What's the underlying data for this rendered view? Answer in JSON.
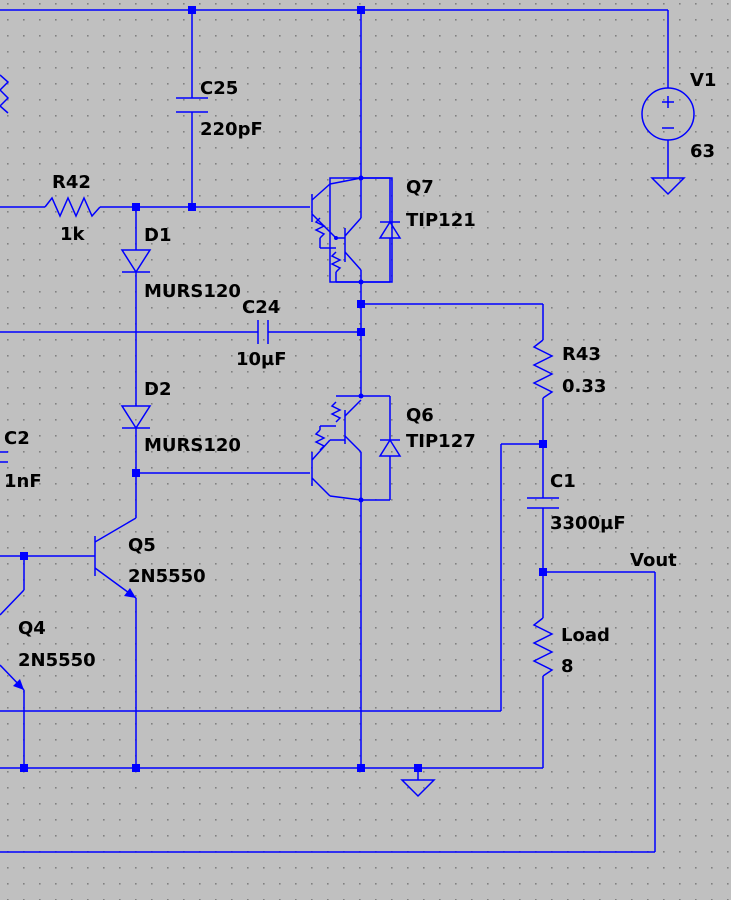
{
  "colors": {
    "background": "#c0c0c0",
    "wire": "#0000ff",
    "grid_dot": "#808080",
    "label": "#000000"
  },
  "components": {
    "c25": {
      "name": "C25",
      "value": "220pF"
    },
    "v1": {
      "name": "V1",
      "value": "63"
    },
    "r42": {
      "name": "R42",
      "value": "1k"
    },
    "q7": {
      "name": "Q7",
      "value": "TIP121"
    },
    "d1": {
      "name": "D1",
      "value": "MURS120"
    },
    "c24": {
      "name": "C24",
      "value": "10µF"
    },
    "r43": {
      "name": "R43",
      "value": "0.33"
    },
    "d2": {
      "name": "D2",
      "value": "MURS120"
    },
    "q6": {
      "name": "Q6",
      "value": "TIP127"
    },
    "c2": {
      "name": "C2",
      "value": "1nF"
    },
    "c1": {
      "name": "C1",
      "value": "3300µF"
    },
    "q5": {
      "name": "Q5",
      "value": "2N5550"
    },
    "q4": {
      "name": "Q4",
      "value": "2N5550"
    },
    "load": {
      "name": "Load",
      "value": "8"
    }
  },
  "net_labels": {
    "vout": "Vout"
  }
}
